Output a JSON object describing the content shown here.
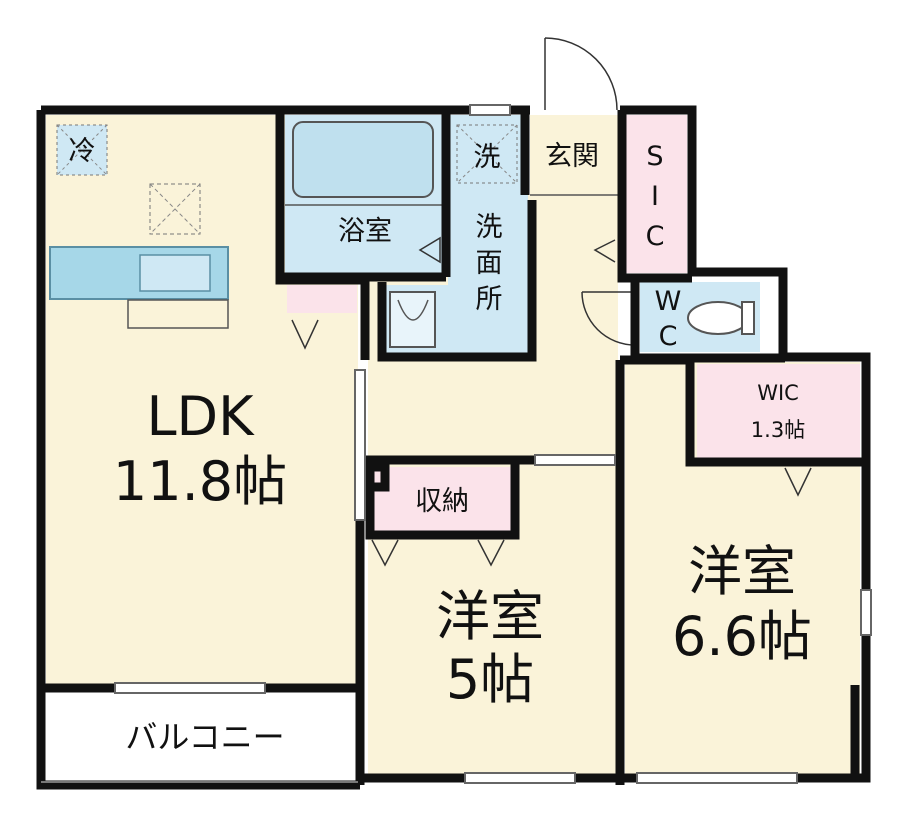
{
  "floor_plan": {
    "colors": {
      "wall": "#111111",
      "living": "#faf3d9",
      "wet_area": "#cfe8f4",
      "storage": "#fbe3ea",
      "balcony": "#ffffff"
    },
    "rooms": {
      "ldk": {
        "name": "LDK",
        "size": "11.8帖"
      },
      "western1": {
        "name": "洋室",
        "size": "5帖"
      },
      "western2": {
        "name": "洋室",
        "size": "6.6帖"
      },
      "bath": {
        "name": "浴室"
      },
      "washroom": {
        "name_lines": [
          "洗",
          "面",
          "所"
        ]
      },
      "entrance": {
        "name": "玄関"
      },
      "sic": {
        "name_lines": [
          "S",
          "I",
          "C"
        ]
      },
      "wc": {
        "name_lines": [
          "W",
          "C"
        ]
      },
      "wic": {
        "name": "WIC",
        "size": "1.3帖"
      },
      "closet": {
        "name": "収納"
      },
      "balcony": {
        "name": "バルコニー"
      }
    },
    "fixtures": {
      "fridge_mark": "冷",
      "washer_mark": "洗"
    },
    "icons": [
      "door-swing-icon",
      "toilet-icon",
      "sink-icon",
      "bathtub-icon",
      "kitchen-counter-icon",
      "range-hood-icon"
    ]
  }
}
